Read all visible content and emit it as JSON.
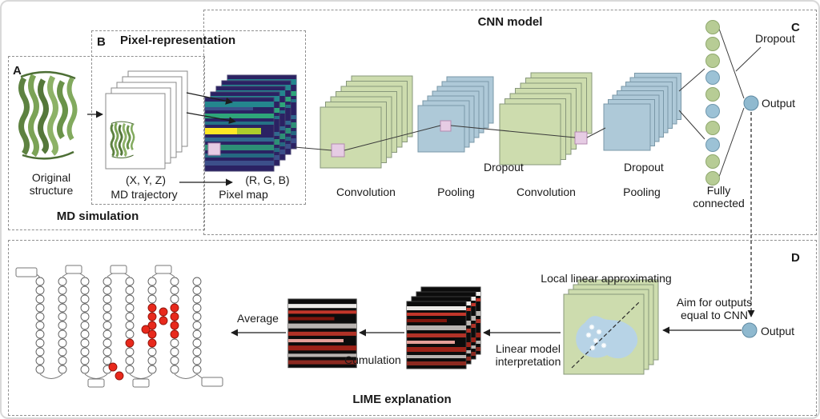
{
  "figure": {
    "panel_a": {
      "letter": "A",
      "box_title": "MD simulation",
      "original_structure_label": "Original structure",
      "md_trajectory_label": "MD trajectory",
      "xyz_label": "(X, Y, Z)"
    },
    "panel_b": {
      "letter": "B",
      "box_title": "Pixel-representation",
      "pixel_map_label": "Pixel map",
      "rgb_label": "(R, G, B)"
    },
    "panel_c": {
      "letter": "C",
      "box_title": "CNN model",
      "convolution1_label": "Convolution",
      "pooling1_label": "Pooling",
      "dropout1_label": "Dropout",
      "convolution2_label": "Convolution",
      "pooling2_label": "Pooling",
      "dropout2_label": "Dropout",
      "dropout3_label": "Dropout",
      "fully_connected_label": "Fully connected",
      "output_label": "Output"
    },
    "panel_d": {
      "letter": "D",
      "box_title": "LIME explanation",
      "local_linear_label": "Local linear approximating",
      "aim_label": "Aim for outputs equal to CNN",
      "output_label": "Output",
      "linear_model_label": "Linear model interpretation",
      "cumulation_label": "Cumulation",
      "average_label": "Average"
    }
  },
  "colors": {
    "conv_green": "#cddcae",
    "pool_blue": "#aec9d8",
    "receptive_pink": "#e6cce4",
    "node_green": "#b7cc95",
    "node_blue": "#9cc2d6",
    "output_blue": "#8fb9cf",
    "lime_red": "#c2362a",
    "residue_red": "#e8291c",
    "heatmap_dark": "#2b2263",
    "heatmap_yellow": "#fde725"
  }
}
